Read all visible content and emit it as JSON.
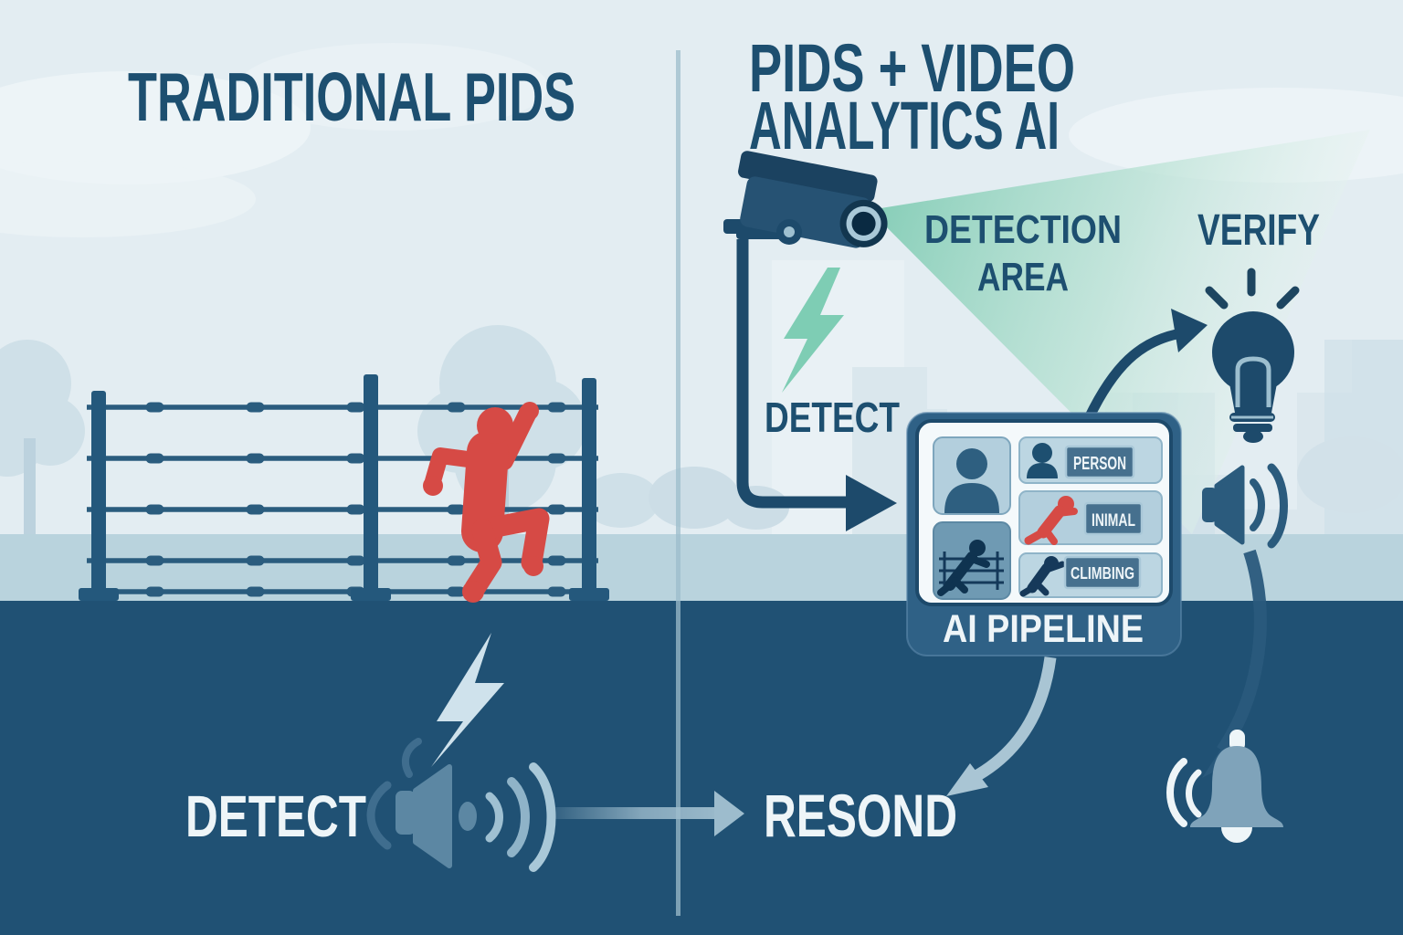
{
  "left_panel": {
    "title": "TRADITIONAL PIDS",
    "detect_label": "DETECT"
  },
  "right_panel": {
    "title_line1": "PIDS + VIDEO",
    "title_line2": "ANALYTICS AI",
    "camera_detect_label": "DETECT",
    "detection_area_line1": "DETECTION",
    "detection_area_line2": "AREA",
    "verify_label": "VERIFY",
    "respond_label": "RESOND"
  },
  "ai_pipeline": {
    "title": "AI PIPELINE",
    "classifications": [
      {
        "label": "PERSON"
      },
      {
        "label": "INIMAL"
      },
      {
        "label": "CLIMBING"
      }
    ]
  },
  "colors": {
    "sky_blue": "#e3edf2",
    "band_blue": "#b9d3dd",
    "ground_navy": "#205174",
    "navy_ink": "#1d4a6b",
    "teal": "#7ecdb4",
    "cone_teal": "#8ad0ba",
    "alert_red": "#d64a45",
    "light_text": "#eef5f8",
    "muted_slate": "#5c87a3"
  }
}
